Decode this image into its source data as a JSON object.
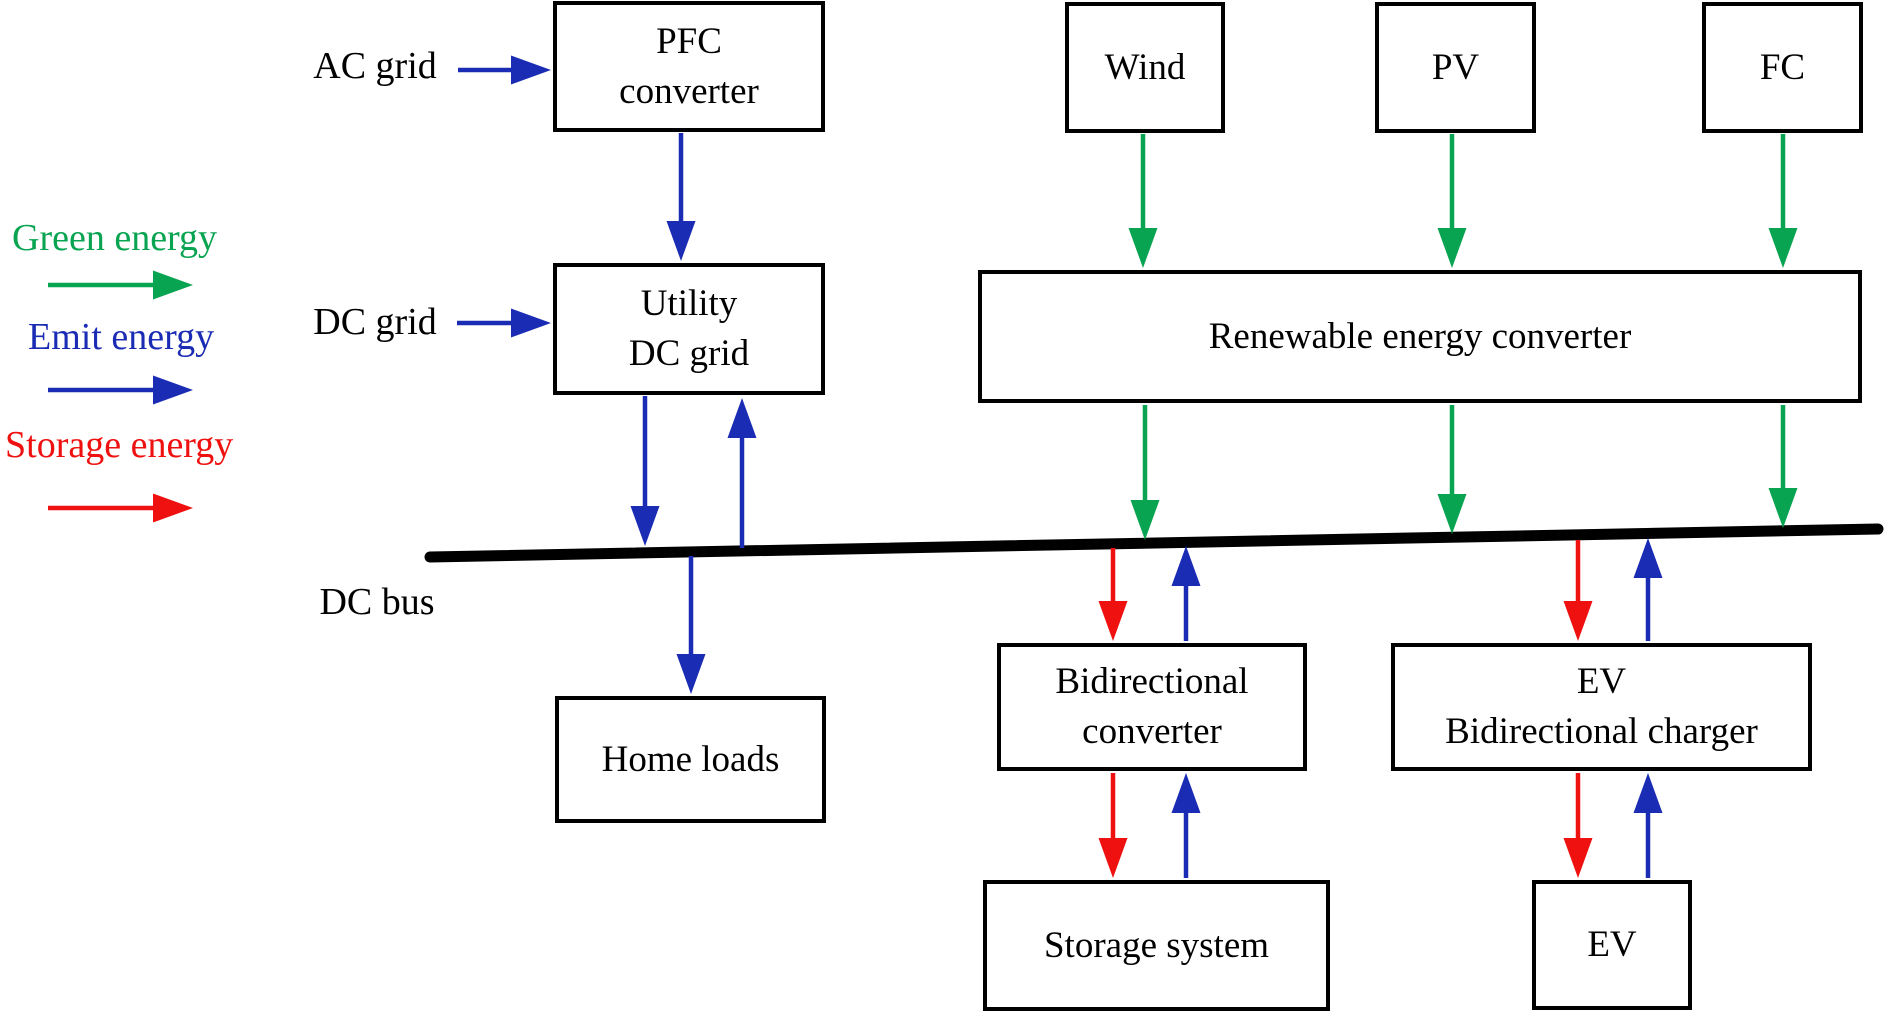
{
  "colors": {
    "green": "#09A451",
    "blue": "#1B2CB4",
    "red": "#EF1010",
    "bus": "#000000"
  },
  "legend": {
    "items": [
      {
        "label": "Green energy",
        "color_key": "green"
      },
      {
        "label": "Emit energy",
        "color_key": "blue"
      },
      {
        "label": "Storage energy",
        "color_key": "red"
      }
    ]
  },
  "labels": {
    "ac_grid": "AC grid",
    "dc_grid": "DC grid",
    "dc_bus": "DC bus"
  },
  "nodes": {
    "pfc": {
      "lines": [
        "PFC",
        "converter"
      ]
    },
    "wind": {
      "lines": [
        "Wind"
      ]
    },
    "pv": {
      "lines": [
        "PV"
      ]
    },
    "fc": {
      "lines": [
        "FC"
      ]
    },
    "utility": {
      "lines": [
        "Utility",
        "DC grid"
      ]
    },
    "renewable": {
      "lines": [
        "Renewable energy converter"
      ]
    },
    "home": {
      "lines": [
        "Home loads"
      ]
    },
    "bidir": {
      "lines": [
        "Bidirectional",
        "converter"
      ]
    },
    "evcharger": {
      "lines": [
        "EV",
        "Bidirectional charger"
      ]
    },
    "storage": {
      "lines": [
        "Storage system"
      ]
    },
    "ev": {
      "lines": [
        "EV"
      ]
    }
  }
}
